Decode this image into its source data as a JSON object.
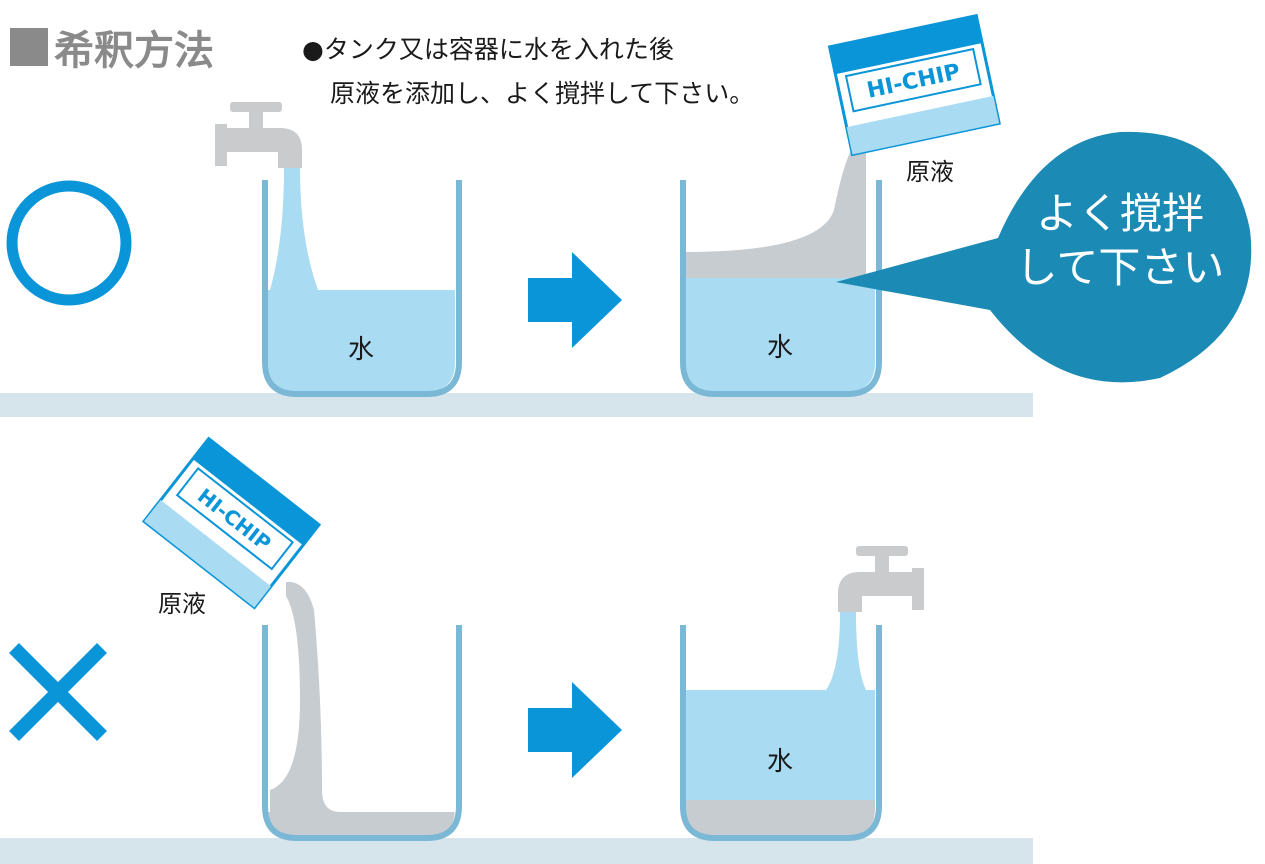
{
  "header": {
    "title": "■希釈方法",
    "instruction_line1": "●タンク又は容器に水を入れた後",
    "instruction_line2": "原液を添加し、よく撹拌して下さい。"
  },
  "labels": {
    "water": "水",
    "concentrate": "原液",
    "bubble_line1": "よく撹拌",
    "bubble_line2": "して下さい",
    "box_brand": "HI-CHIP"
  },
  "symbols": {
    "correct": "○",
    "incorrect": "×"
  },
  "colors": {
    "accent_blue": "#0a95d8",
    "water_fill": "#a9dbf3",
    "tank_stroke": "#7ab8d6",
    "liquid_gray": "#c7ccd0",
    "faucet_gray": "#c9cbcd",
    "floor": "#d6e4ec",
    "bubble": "#1b8bb6",
    "title_gray": "#8a8a8a"
  }
}
